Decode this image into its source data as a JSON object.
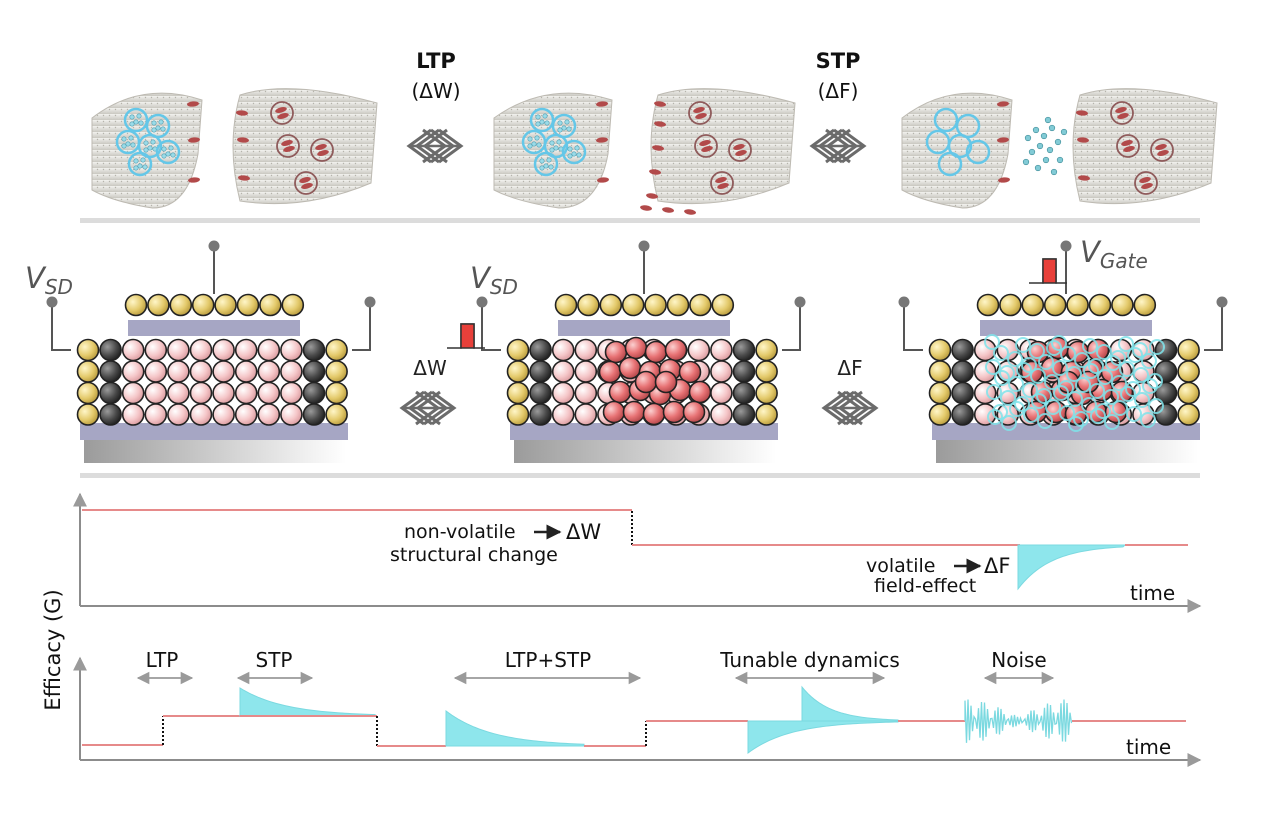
{
  "top_panel": {
    "ltp_label": "LTP",
    "ltp_sub": "(ΔW)",
    "stp_label": "STP",
    "stp_sub": "(ΔF)"
  },
  "device_panel": {
    "vsd_main": "V",
    "vsd_sub": "SD",
    "vgate_main": "V",
    "vgate_sub": "Gate",
    "delta_w": "ΔW",
    "delta_f": "ΔF"
  },
  "graph_top": {
    "label_nonvolatile_1": "non-volatile",
    "label_nonvolatile_symbol": "ΔW",
    "label_nonvolatile_2": "structural change",
    "label_volatile_1": "volatile",
    "label_volatile_symbol": "ΔF",
    "label_volatile_2": "field-effect",
    "xlabel": "time"
  },
  "graph_bottom": {
    "labels": [
      "LTP",
      "STP",
      "LTP+STP",
      "Tunable dynamics",
      "Noise"
    ],
    "xlabel": "time"
  },
  "ylabel": "Efficacy (G)",
  "colors": {
    "gold": "#e3c96a",
    "dark": "#4a4a4a",
    "pink": "#f5c6c8",
    "red": "#e87375",
    "cyan": "#8ee6ec",
    "substrate": "#a6a6c4",
    "line": "#e68a8a",
    "axis": "#8c8c8c"
  }
}
